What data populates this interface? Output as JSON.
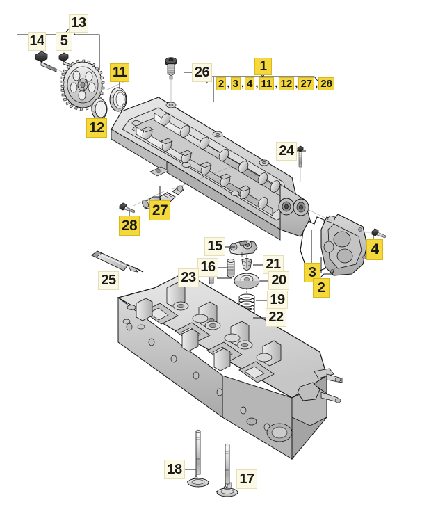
{
  "diagram": {
    "type": "exploded-parts-diagram",
    "subject": "Cylinder head and camshaft housing assembly",
    "background_color": "#ffffff",
    "line_color": "#141414",
    "highlight_color": "#f3d63e",
    "plain_label_color": "#fbf8e6"
  },
  "assembly_bracket": {
    "main_label": "1",
    "sub_items": [
      "2",
      "3",
      "4",
      "11",
      "12",
      "27",
      "28"
    ],
    "separators": [
      ",",
      ",",
      ",",
      ",",
      ",",
      ","
    ]
  },
  "group_bracket_13": {
    "label": "13",
    "sub_label": "5"
  },
  "callouts": [
    {
      "id": "c14",
      "label": "14",
      "style": "plain",
      "part": "hex-flange-bolt"
    },
    {
      "id": "c5",
      "label": "5",
      "style": "plain",
      "part": "small-bolt"
    },
    {
      "id": "c13",
      "label": "13",
      "style": "plain",
      "part": "camshaft-sprocket-group"
    },
    {
      "id": "c11",
      "label": "11",
      "style": "hl",
      "part": "shaft-seal-ring"
    },
    {
      "id": "c12",
      "label": "12",
      "style": "hl",
      "part": "shaft-seal-ring-small"
    },
    {
      "id": "c26",
      "label": "26",
      "style": "plain",
      "part": "oil-filler-plug"
    },
    {
      "id": "c1",
      "label": "1",
      "style": "hl",
      "part": "camshaft-housing-assembly"
    },
    {
      "id": "c24",
      "label": "24",
      "style": "plain",
      "part": "housing-bolt"
    },
    {
      "id": "c27",
      "label": "27",
      "style": "hl",
      "part": "camshaft-position-sensor"
    },
    {
      "id": "c28",
      "label": "28",
      "style": "hl",
      "part": "sensor-bolt"
    },
    {
      "id": "c4",
      "label": "4",
      "style": "hl",
      "part": "cover-bolt"
    },
    {
      "id": "c3",
      "label": "3",
      "style": "hl",
      "part": "cover-gasket"
    },
    {
      "id": "c2",
      "label": "2",
      "style": "hl",
      "part": "timing-cover"
    },
    {
      "id": "c15",
      "label": "15",
      "style": "plain",
      "part": "roller-rocker-arm"
    },
    {
      "id": "c16",
      "label": "16",
      "style": "plain",
      "part": "hydraulic-lash-adjuster"
    },
    {
      "id": "c21",
      "label": "21",
      "style": "plain",
      "part": "valve-collet-keeper"
    },
    {
      "id": "c20",
      "label": "20",
      "style": "plain",
      "part": "valve-spring-retainer"
    },
    {
      "id": "c19",
      "label": "19",
      "style": "plain",
      "part": "valve-spring"
    },
    {
      "id": "c22",
      "label": "22",
      "style": "plain",
      "part": "valve-stem-seal"
    },
    {
      "id": "c25",
      "label": "25",
      "style": "plain",
      "part": "sealant-tube"
    },
    {
      "id": "c23",
      "label": "23",
      "style": "plain",
      "part": "dowel-pin"
    },
    {
      "id": "c18",
      "label": "18",
      "style": "plain",
      "part": "intake-valve"
    },
    {
      "id": "c17",
      "label": "17",
      "style": "plain",
      "part": "exhaust-valve"
    }
  ]
}
